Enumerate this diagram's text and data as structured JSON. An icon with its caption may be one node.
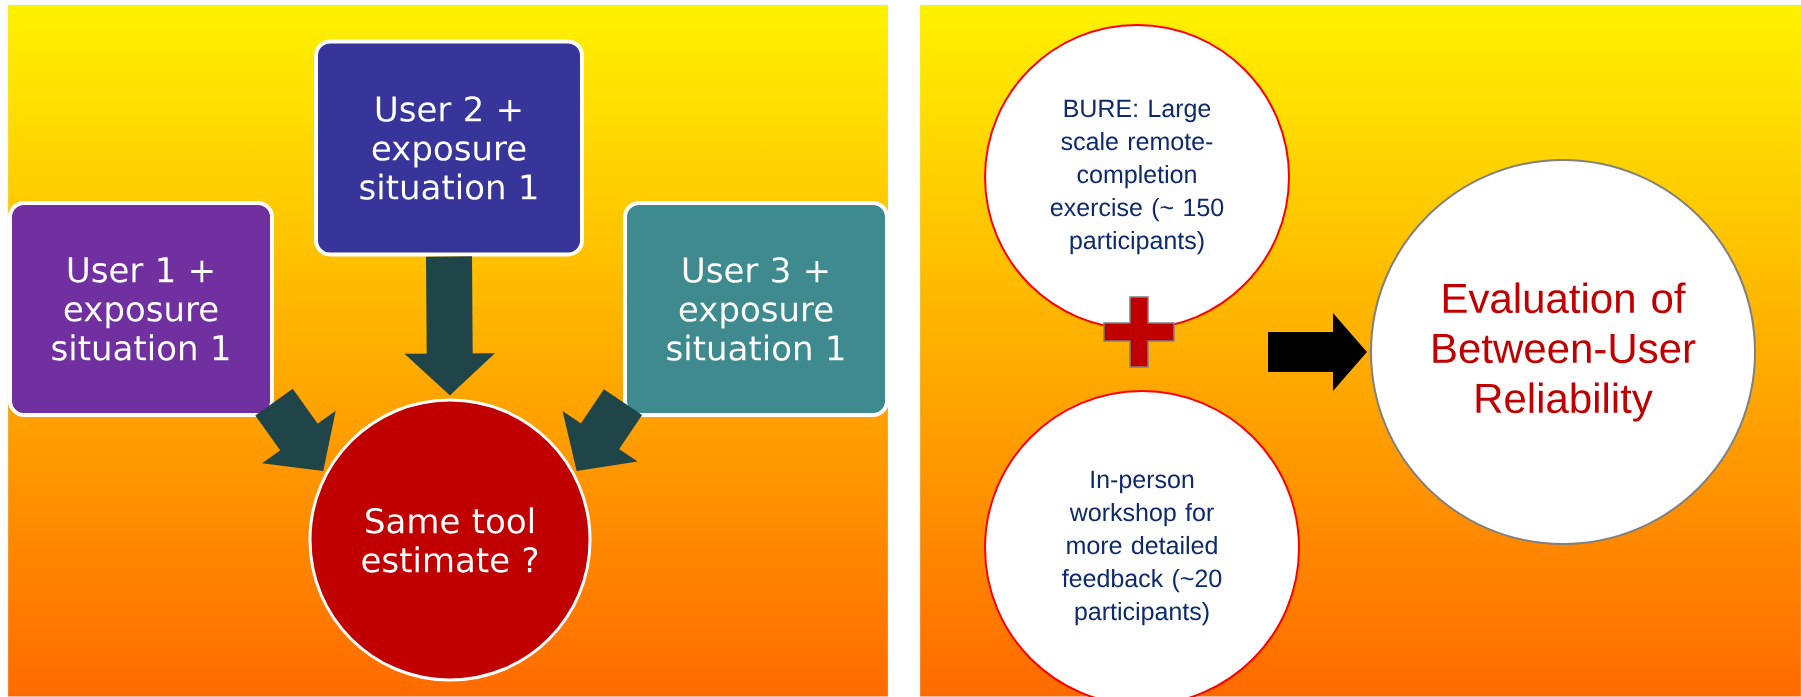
{
  "diagram": {
    "nodes": [
      {
        "text": [
          "User 1 + exposure situation 1"
        ]
      },
      {
        "text": [
          "User 2 + exposure situation 1"
        ]
      },
      {
        "text": [
          "User 3 + exposure situation 1"
        ]
      },
      {
        "text": [
          "Same tool estimate ?"
        ]
      },
      {
        "text": [
          "BURE: Large scale remote-completion exercise (~ 150 participants)"
        ]
      },
      {
        "text": [
          "In-person workshop for more detailed feedback (~20 participants)"
        ]
      },
      {
        "text": [
          "Evaluation of Between-User Reliability"
        ]
      }
    ],
    "edges": [
      {
        "from": 0,
        "to": 3,
        "arrow": "to"
      },
      {
        "from": 1,
        "to": 3,
        "arrow": "to"
      },
      {
        "from": 2,
        "to": 3,
        "arrow": "to"
      },
      {
        "from": null,
        "to": 6,
        "arrow": "to",
        "color": "#000000"
      }
    ]
  }
}
